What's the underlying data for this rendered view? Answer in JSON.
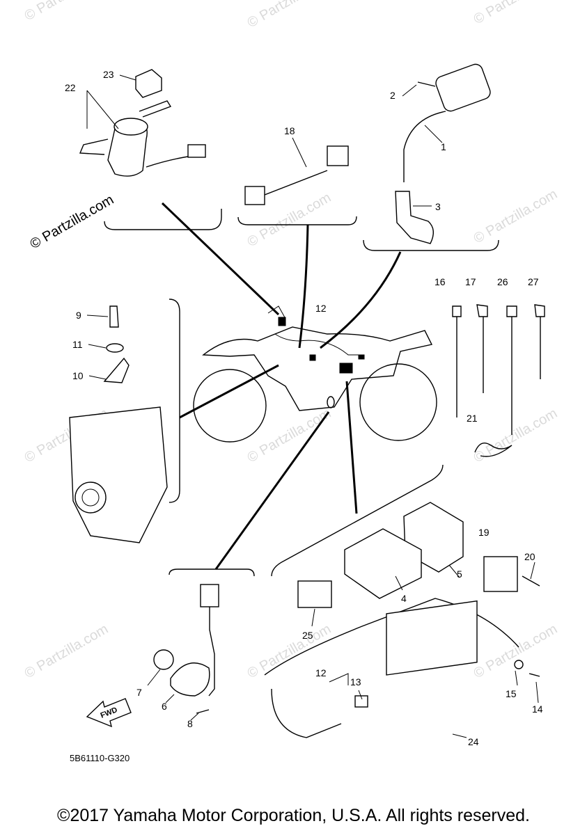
{
  "watermark": {
    "text": "© Partzilla.com",
    "short": "Partzilla.com"
  },
  "diagram_code": "5B61110-G320",
  "fwd_label": "FWD",
  "copyright": "©2017 Yamaha Motor Corporation, U.S.A. All rights reserved.",
  "callouts": {
    "n1": "1",
    "n2": "2",
    "n3": "3",
    "n4": "4",
    "n5": "5",
    "n6": "6",
    "n7": "7",
    "n8": "8",
    "n9": "9",
    "n10": "10",
    "n11": "11",
    "n12a": "12",
    "n12b": "12",
    "n13": "13",
    "n14": "14",
    "n15": "15",
    "n16": "16",
    "n17": "17",
    "n18": "18",
    "n19": "19",
    "n20": "20",
    "n21": "21",
    "n22": "22",
    "n23": "23",
    "n24": "24",
    "n25": "25",
    "n26": "26",
    "n27": "27"
  }
}
